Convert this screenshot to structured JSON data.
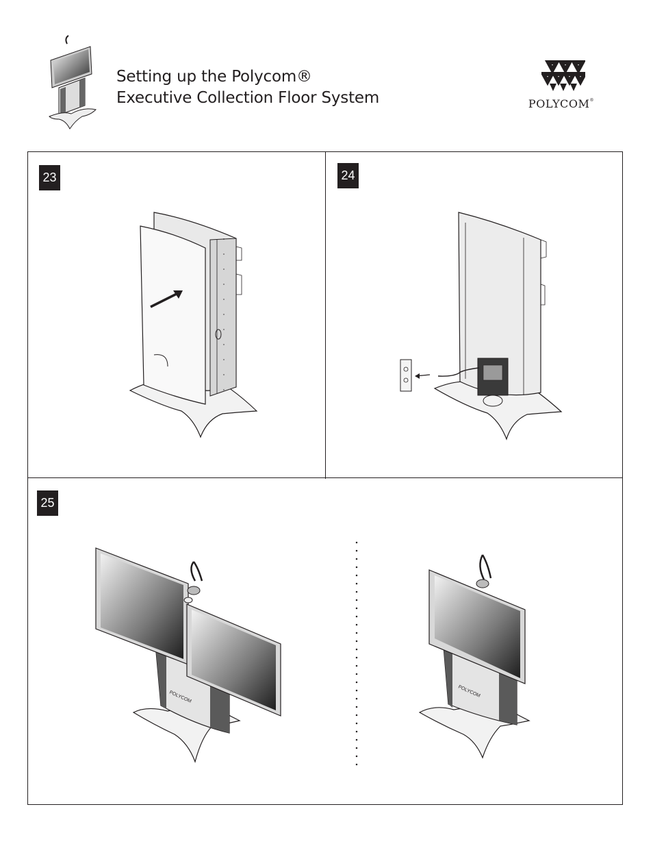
{
  "header": {
    "title_line1": "Setting up the Polycom®",
    "title_line2": "Executive Collection Floor System"
  },
  "logo": {
    "brand": "POLYCOM",
    "trademark": "®"
  },
  "steps": {
    "s23": "23",
    "s24": "24",
    "s25": "25"
  },
  "illustrations": {
    "stand_brand_label": "POLYCOM"
  },
  "colors": {
    "ink": "#231f20",
    "background": "#ffffff"
  }
}
